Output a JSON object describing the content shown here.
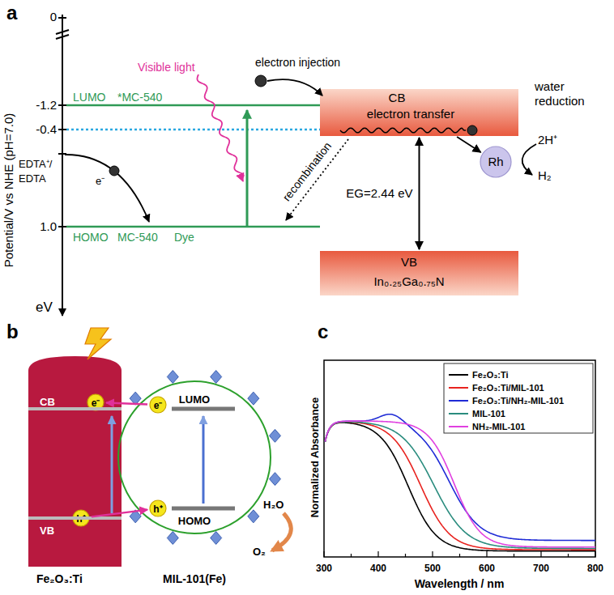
{
  "diagram": {
    "nodes": [
      {
        "text": [
          "CB",
          "electron transfer"
        ]
      },
      {
        "text": [
          "Rh"
        ]
      },
      {
        "text": [
          "VB",
          "In₀.₂₅Ga₀.₇₅N"
        ]
      },
      {
        "text": [
          "CB",
          "VB",
          "Fe₂O₃:Ti"
        ]
      },
      {
        "text": [
          "e⁻"
        ],
        "in": 3
      },
      {
        "text": [
          "h⁺"
        ],
        "in": 3
      },
      {
        "text": [
          "LUMO",
          "HOMO",
          "MIL-101(Fe)"
        ]
      },
      {
        "text": [
          "e⁻"
        ],
        "in": 6
      },
      {
        "text": [
          "h⁺"
        ],
        "in": 6
      }
    ],
    "edges": [
      {
        "from": 0,
        "to": 1,
        "arrow": "to"
      },
      {
        "from": 0,
        "to": 2,
        "label": "EG=2.44 eV",
        "arrow": "both"
      },
      {
        "from": 7,
        "to": 4,
        "arrow": "to"
      },
      {
        "from": 5,
        "to": 8,
        "arrow": "to"
      }
    ],
    "labels": [
      "a",
      "0",
      "-1.2",
      "-0.4",
      "1.0",
      "Potential/V vs NHE (pH=7.0)",
      "eV",
      "LUMO",
      "*MC-540",
      "HOMO",
      "MC-540",
      "Dye",
      "EDTA⁺/ EDTA",
      "e⁻",
      "Visible light",
      "electron injection",
      "recombination",
      "water reduction",
      "2H⁺",
      "H₂",
      "b",
      "H₂O",
      "O₂",
      "c",
      "Normalized Absorbance",
      "Wavelength / nm",
      "300",
      "400",
      "500",
      "600",
      "700",
      "800"
    ],
    "legend": [
      {
        "text": "Fe₂O₃:Ti",
        "color": "#000000"
      },
      {
        "text": "Fe₂O₃:Ti/MIL-101",
        "color": "#e8231f"
      },
      {
        "text": "Fe₂O₃:Ti/NH₂-MIL-101",
        "color": "#1f2bd6"
      },
      {
        "text": "MIL-101",
        "color": "#2a8c7e"
      },
      {
        "text": "NH₂-MIL-101",
        "color": "#e040e0"
      }
    ]
  }
}
